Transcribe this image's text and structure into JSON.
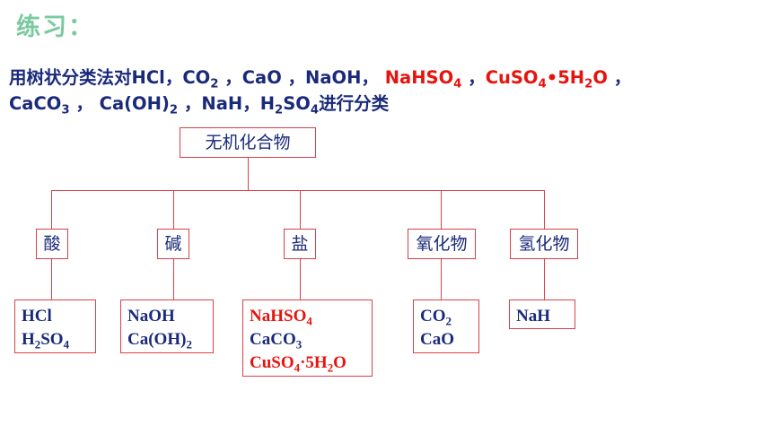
{
  "title": "练习：",
  "prompt": {
    "prefix": "用树状分类法对HCl，CO",
    "co2_sub": "2",
    "seg_cao": " ，CaO ，NaOH，",
    "nahso4": "NaHSO",
    "nahso4_sub": "4",
    "sep1": " ，",
    "cuso4": "CuSO",
    "cuso4_sub": "4",
    "cuso4_rest": "•5H",
    "h2o_sub": "2",
    "cuso4_o": "O",
    "sep2": " ，",
    "caco3": "CaCO",
    "caco3_sub": "3",
    "seg_caoh": " ， Ca(OH)",
    "caoh_sub": "2",
    "seg_nah": " ，NaH，H",
    "h2so4_sub1": "2",
    "so4": "SO",
    "h2so4_sub2": "4",
    "suffix": "进行分类"
  },
  "tree": {
    "root": "无机化合物",
    "categories": [
      "酸",
      "碱",
      "盐",
      "氧化物",
      "氢化物"
    ],
    "leaves": {
      "acid": {
        "l1": "HCl",
        "l2a": "H",
        "l2s": "2",
        "l2b": "SO",
        "l2s2": "4"
      },
      "base": {
        "l1": "NaOH",
        "l2a": "Ca(OH)",
        "l2s": "2"
      },
      "salt": {
        "l1a": "NaHSO",
        "l1s": "4",
        "l2a": "CaCO",
        "l2s": "3",
        "l3a": "CuSO",
        "l3s": "4",
        "l3b": "·5H",
        "l3s2": "2",
        "l3c": "O"
      },
      "oxide": {
        "l1a": "CO",
        "l1s": "2",
        "l2": "CaO"
      },
      "hydride": {
        "l1": "NaH"
      }
    }
  },
  "colors": {
    "title": "#7bc9a0",
    "text": "#1a2a7a",
    "highlight": "#e8130e",
    "line": "#d9404a"
  }
}
